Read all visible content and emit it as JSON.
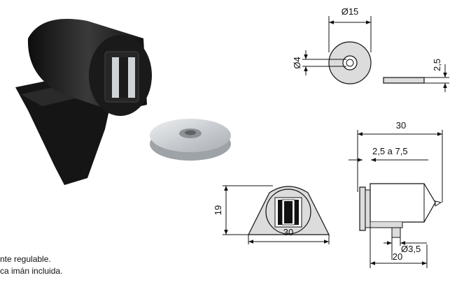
{
  "dimensions": {
    "washer_diameter": "Ø15",
    "hole_diameter": "Ø4",
    "washer_thickness": "2,5",
    "overall_length": "30",
    "adjust_range": "2,5 a 7,5",
    "front_height": "19",
    "front_width": "30",
    "screw_diameter": "Ø3,5",
    "base_length": "20"
  },
  "captions": {
    "line1": "nte regulable.",
    "line2": "ca imán incluida."
  },
  "colors": {
    "body": "#1c1c1c",
    "metal": "#d2d6d9",
    "drawing_fill": "#dcdcdc",
    "line": "#111111"
  }
}
